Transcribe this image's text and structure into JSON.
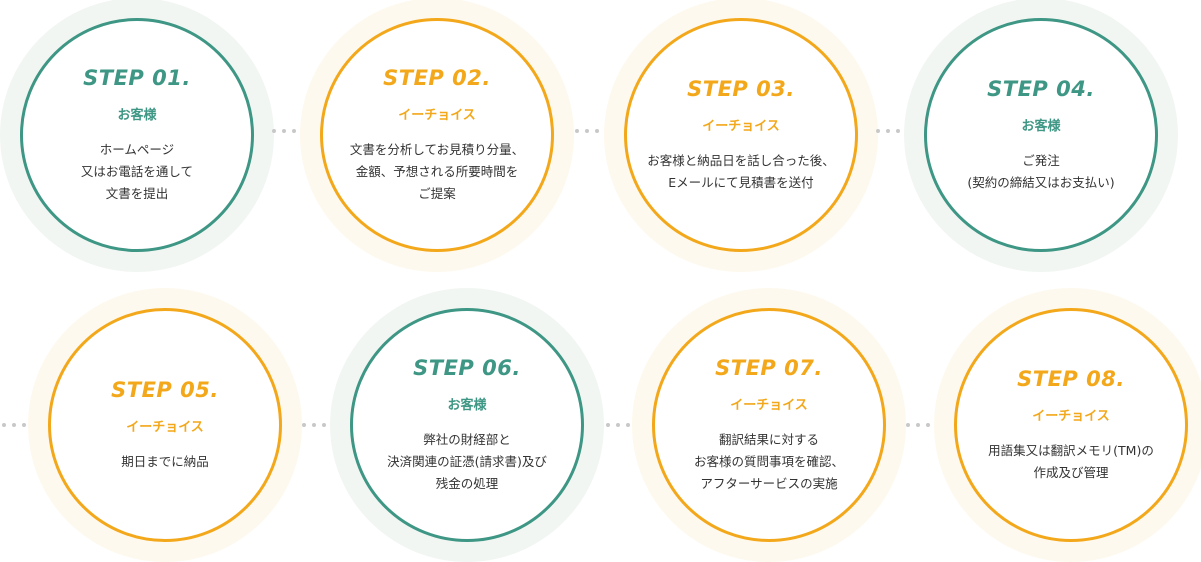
{
  "steps": [
    {
      "title": "STEP 01.",
      "actor": "お客様",
      "desc": "ホームページ\n又はお電話を通して\n文書を提出",
      "color": "green"
    },
    {
      "title": "STEP 02.",
      "actor": "イーチョイス",
      "desc": "文書を分析してお見積り分量、\n金額、予想される所要時間を\nご提案",
      "color": "orange"
    },
    {
      "title": "STEP 03.",
      "actor": "イーチョイス",
      "desc": "お客様と納品日を話し合った後、\nEメールにて見積書を送付",
      "color": "orange"
    },
    {
      "title": "STEP 04.",
      "actor": "お客様",
      "desc": "ご発注\n(契約の締結又はお支払い)",
      "color": "green"
    },
    {
      "title": "STEP 05.",
      "actor": "イーチョイス",
      "desc": "期日までに納品",
      "color": "orange"
    },
    {
      "title": "STEP 06.",
      "actor": "お客様",
      "desc": "弊社の財経部と\n決済関連の証憑(請求書)及び\n残金の処理",
      "color": "green"
    },
    {
      "title": "STEP 07.",
      "actor": "イーチョイス",
      "desc": "翻訳結果に対する\nお客様の質問事項を確認、\nアフターサービスの実施",
      "color": "orange"
    },
    {
      "title": "STEP 08.",
      "actor": "イーチョイス",
      "desc": "用語集又は翻訳メモリ(TM)の\n作成及び管理",
      "color": "orange"
    }
  ],
  "colors": {
    "green": "#3e9684",
    "orange": "#f3a81b"
  }
}
